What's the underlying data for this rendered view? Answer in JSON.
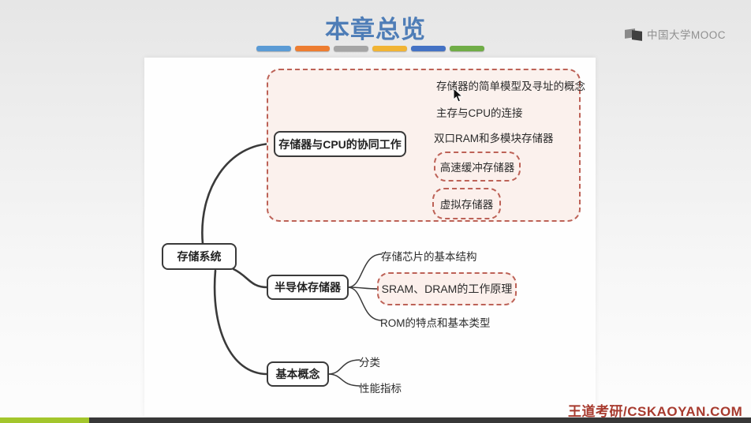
{
  "header": {
    "title": "本章总览",
    "brand_text": "中国大学MOOC",
    "decor_bar_colors": [
      "#5b9bd5",
      "#ed7d31",
      "#a5a5a5",
      "#f1b434",
      "#4472c4",
      "#70ad47"
    ]
  },
  "mindmap": {
    "root": "存储系统",
    "branches": [
      {
        "label": "存储器与CPU的协同工作",
        "children": [
          "存储器的简单模型及寻址的概念",
          "主存与CPU的连接",
          "双口RAM和多模块存储器",
          "高速缓冲存储器",
          "虚拟存储器"
        ],
        "highlighted_children": [
          "高速缓冲存储器",
          "虚拟存储器"
        ],
        "group_highlighted": true
      },
      {
        "label": "半导体存储器",
        "children": [
          "存储芯片的基本结构",
          "SRAM、DRAM的工作原理",
          "ROM的特点和基本类型"
        ],
        "highlighted_children": [
          "SRAM、DRAM的工作原理"
        ],
        "group_highlighted": false
      },
      {
        "label": "基本概念",
        "children": [
          "分类",
          "性能指标"
        ],
        "highlighted_children": [],
        "group_highlighted": false
      }
    ]
  },
  "footer": {
    "watermark": "王道考研/CSKAOYAN.COM"
  },
  "player": {
    "progress_percent": 12,
    "progress_color": "#a3c62c",
    "track_color": "#383838"
  },
  "colors": {
    "title_blue": "#4e7db7",
    "highlight_border": "#bd6257",
    "highlight_fill": "#fbf1ed",
    "watermark_red": "#a73a2e",
    "node_border": "#3a3a3a"
  }
}
